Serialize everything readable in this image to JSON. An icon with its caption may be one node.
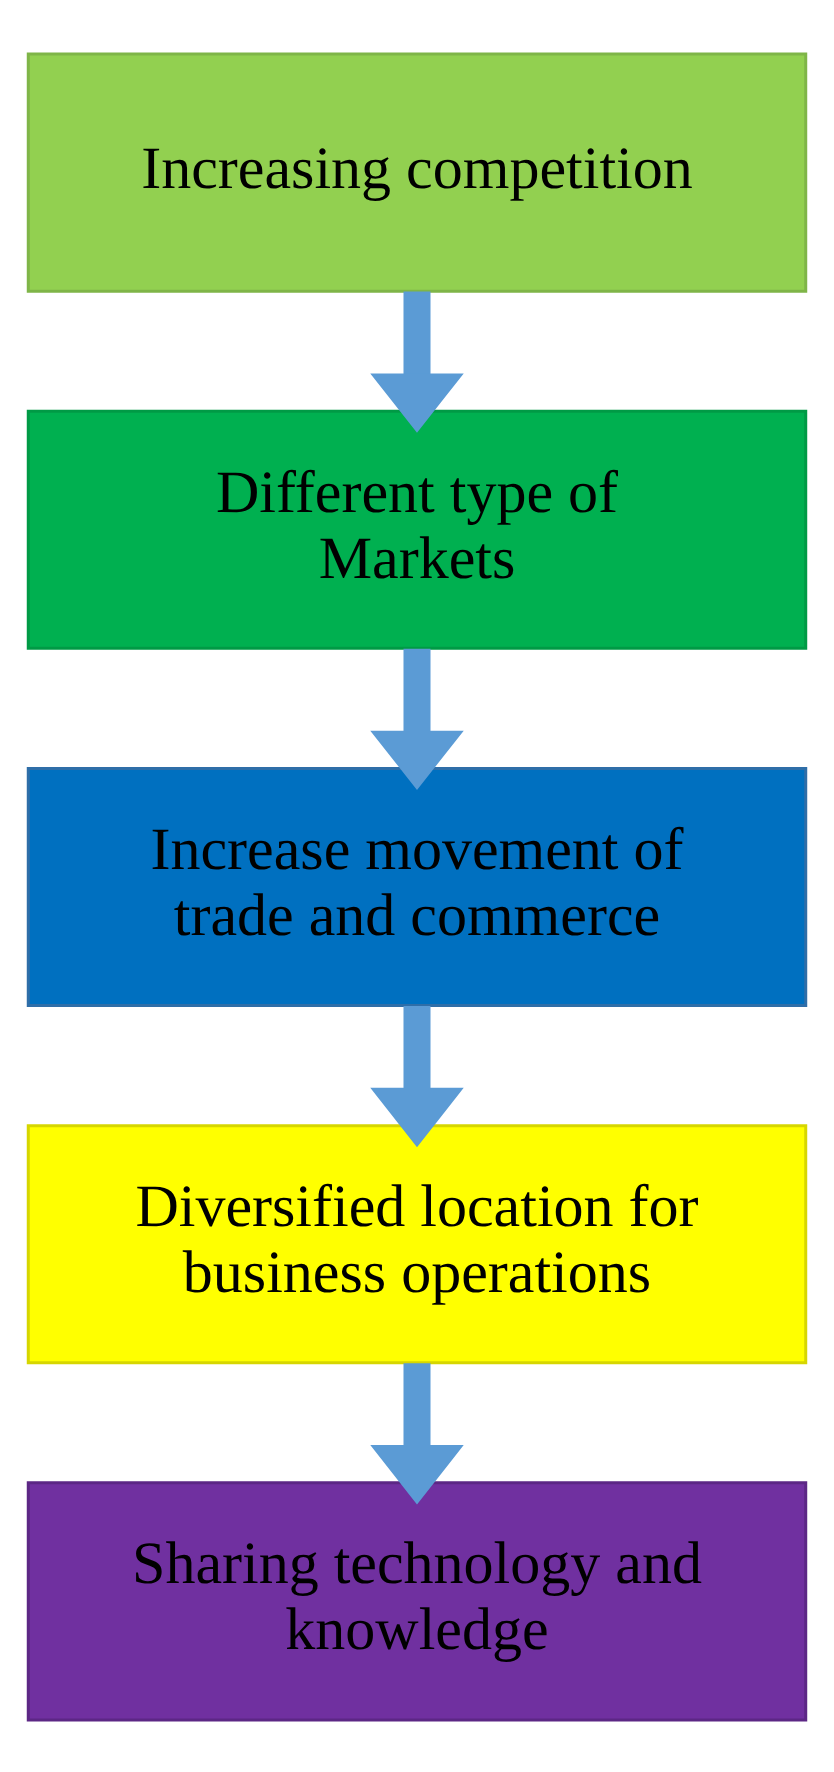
{
  "diagram": {
    "nodes": [
      {
        "text": [
          "Increasing competition"
        ]
      },
      {
        "text": [
          "Different type of Markets"
        ]
      },
      {
        "text": [
          "Increase movement of trade and commerce"
        ]
      },
      {
        "text": [
          "Diversified location for business operations"
        ]
      },
      {
        "text": [
          "Sharing technology and knowledge"
        ]
      }
    ],
    "edges": [
      {
        "from": 0,
        "to": 1,
        "arrow": "to"
      },
      {
        "from": 1,
        "to": 2,
        "arrow": "to"
      },
      {
        "from": 2,
        "to": 3,
        "arrow": "to"
      },
      {
        "from": 3,
        "to": 4,
        "arrow": "to"
      }
    ]
  }
}
